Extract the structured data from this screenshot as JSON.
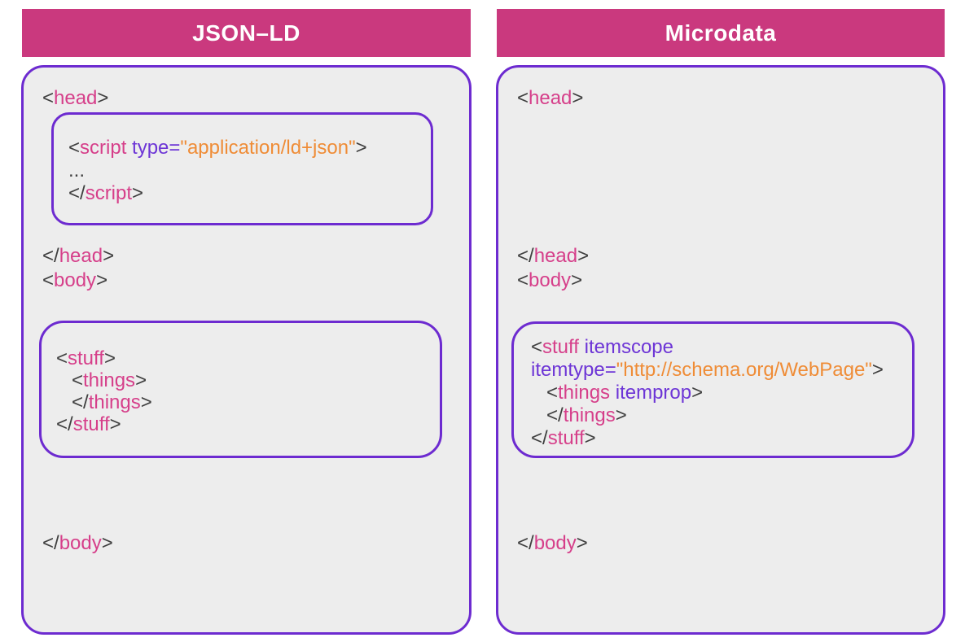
{
  "colors": {
    "header_bg": "#ca397e",
    "title_text": "#ffffff",
    "panel_bg": "#ededed",
    "border": "#6d2bd0",
    "tag": "#d63f8a",
    "attr": "#6d35d6",
    "value": "#ef8c36",
    "plain": "#3f3f3f"
  },
  "left": {
    "title": "JSON–LD",
    "code": {
      "head_open": [
        {
          "c": "plain",
          "t": "<"
        },
        {
          "c": "tag",
          "t": "head"
        },
        {
          "c": "plain",
          "t": ">"
        }
      ],
      "script_open": [
        {
          "c": "plain",
          "t": "<"
        },
        {
          "c": "tag",
          "t": "script"
        },
        {
          "c": "plain",
          "t": " "
        },
        {
          "c": "attr",
          "t": "type"
        },
        {
          "c": "attr",
          "t": "="
        },
        {
          "c": "value",
          "t": "\"application/ld+json\""
        },
        {
          "c": "plain",
          "t": ">"
        }
      ],
      "ellipsis": [
        {
          "c": "plain",
          "t": "..."
        }
      ],
      "script_close": [
        {
          "c": "plain",
          "t": "</"
        },
        {
          "c": "tag",
          "t": "script"
        },
        {
          "c": "plain",
          "t": ">"
        }
      ],
      "head_close": [
        {
          "c": "plain",
          "t": "</"
        },
        {
          "c": "tag",
          "t": "head"
        },
        {
          "c": "plain",
          "t": ">"
        }
      ],
      "body_open": [
        {
          "c": "plain",
          "t": "<"
        },
        {
          "c": "tag",
          "t": "body"
        },
        {
          "c": "plain",
          "t": ">"
        }
      ],
      "stuff_open": [
        {
          "c": "plain",
          "t": "<"
        },
        {
          "c": "tag",
          "t": "stuff"
        },
        {
          "c": "plain",
          "t": ">"
        }
      ],
      "things_open": [
        {
          "c": "plain",
          "t": "<"
        },
        {
          "c": "tag",
          "t": "things"
        },
        {
          "c": "plain",
          "t": ">"
        }
      ],
      "things_close": [
        {
          "c": "plain",
          "t": "</"
        },
        {
          "c": "tag",
          "t": "things"
        },
        {
          "c": "plain",
          "t": ">"
        }
      ],
      "stuff_close": [
        {
          "c": "plain",
          "t": "</"
        },
        {
          "c": "tag",
          "t": "stuff"
        },
        {
          "c": "plain",
          "t": ">"
        }
      ],
      "body_close": [
        {
          "c": "plain",
          "t": "</"
        },
        {
          "c": "tag",
          "t": "body"
        },
        {
          "c": "plain",
          "t": ">"
        }
      ]
    }
  },
  "right": {
    "title": "Microdata",
    "code": {
      "head_open": [
        {
          "c": "plain",
          "t": "<"
        },
        {
          "c": "tag",
          "t": "head"
        },
        {
          "c": "plain",
          "t": ">"
        }
      ],
      "head_close": [
        {
          "c": "plain",
          "t": "</"
        },
        {
          "c": "tag",
          "t": "head"
        },
        {
          "c": "plain",
          "t": ">"
        }
      ],
      "body_open": [
        {
          "c": "plain",
          "t": "<"
        },
        {
          "c": "tag",
          "t": "body"
        },
        {
          "c": "plain",
          "t": ">"
        }
      ],
      "stuff_open": [
        {
          "c": "plain",
          "t": "<"
        },
        {
          "c": "tag",
          "t": "stuff"
        },
        {
          "c": "plain",
          "t": " "
        },
        {
          "c": "attr",
          "t": "itemscope"
        }
      ],
      "itemtype_line": [
        {
          "c": "attr",
          "t": "itemtype"
        },
        {
          "c": "attr",
          "t": "="
        },
        {
          "c": "value",
          "t": "\"http://schema.org/WebPage\""
        },
        {
          "c": "plain",
          "t": ">"
        }
      ],
      "things_open": [
        {
          "c": "plain",
          "t": "<"
        },
        {
          "c": "tag",
          "t": "things"
        },
        {
          "c": "plain",
          "t": " "
        },
        {
          "c": "attr",
          "t": "itemprop"
        },
        {
          "c": "plain",
          "t": ">"
        }
      ],
      "things_close": [
        {
          "c": "plain",
          "t": "</"
        },
        {
          "c": "tag",
          "t": "things"
        },
        {
          "c": "plain",
          "t": ">"
        }
      ],
      "stuff_close": [
        {
          "c": "plain",
          "t": "</"
        },
        {
          "c": "tag",
          "t": "stuff"
        },
        {
          "c": "plain",
          "t": ">"
        }
      ],
      "body_close": [
        {
          "c": "plain",
          "t": "</"
        },
        {
          "c": "tag",
          "t": "body"
        },
        {
          "c": "plain",
          "t": ">"
        }
      ]
    }
  }
}
